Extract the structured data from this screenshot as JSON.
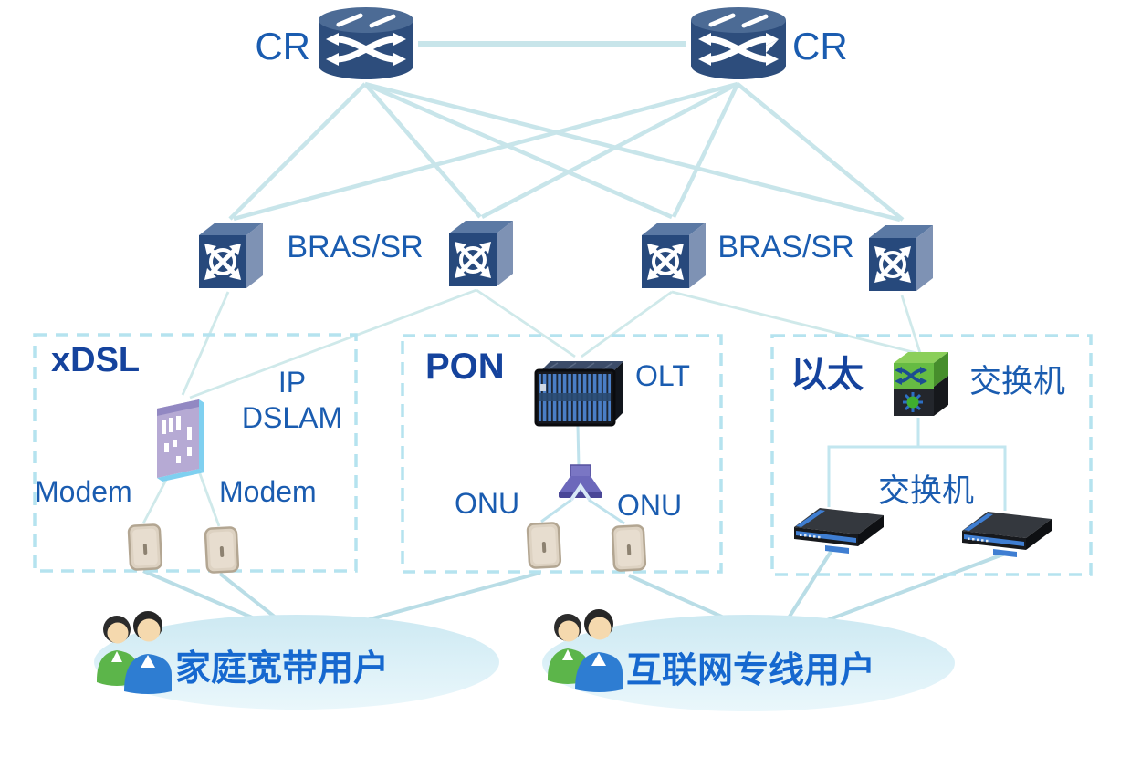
{
  "diagram_title": "broadband-access-network-topology",
  "core": {
    "cr_left_label": "CR",
    "cr_right_label": "CR"
  },
  "aggregation": {
    "bras_left_label": "BRAS/SR",
    "bras_right_label": "BRAS/SR"
  },
  "access_segments": {
    "xdsl": {
      "title": "xDSL",
      "device_label_line1": "IP",
      "device_label_line2": "DSLAM",
      "modem_left_label": "Modem",
      "modem_right_label": "Modem"
    },
    "pon": {
      "title": "PON",
      "olt_label": "OLT",
      "onu_left_label": "ONU",
      "onu_right_label": "ONU"
    },
    "ethernet": {
      "title": "以太",
      "agg_switch_label": "交换机",
      "access_switch_label": "交换机"
    }
  },
  "users": {
    "home_broadband_label": "家庭宽带用户",
    "dedicated_line_label": "互联网专线用户"
  },
  "icons": {
    "core_router": "router-cylinder-icon",
    "bras_router": "router-cube-icon",
    "dslam": "dslam-card-icon",
    "modem": "modem-box-icon",
    "olt": "olt-chassis-icon",
    "splitter": "optical-splitter-icon",
    "onu": "onu-box-icon",
    "ethernet_switch_green": "switch-3d-green-icon",
    "ethernet_switch_black": "switch-flat-black-icon",
    "user_group": "two-people-icon"
  },
  "colors": {
    "label_blue": "#1a5cb0",
    "title_blue": "#15439d",
    "user_label_blue": "#1668cf",
    "link_line": "#c8e5ea",
    "user_fan_line": "#b9dde6",
    "box_border": "#b5e3ef",
    "ellipse_fill": "#d5edf5",
    "router_body": "#2d4d7c",
    "green_switch": "#66bb43"
  }
}
